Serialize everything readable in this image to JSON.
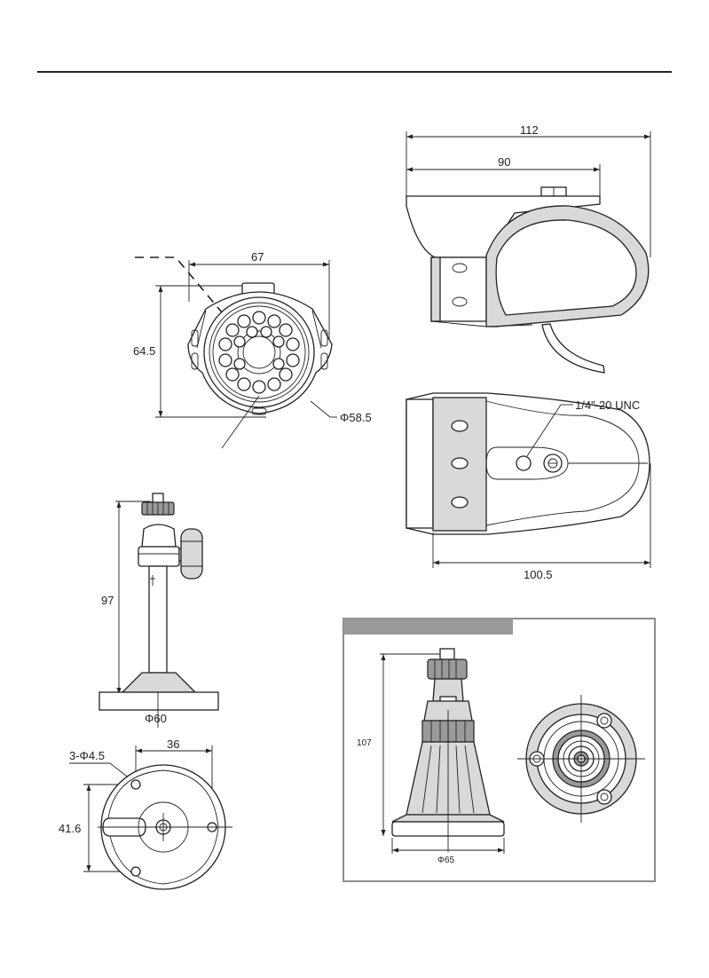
{
  "dimensions": {
    "camera_top_total_length": "112",
    "camera_top_body_length": "90",
    "camera_front_width": "67",
    "camera_front_height": "64.5",
    "camera_front_diameter": "Φ58.5",
    "camera_mount_thread": "1/4\"-20 UNC",
    "camera_bottom_length": "100.5",
    "bracket_height": "97",
    "bracket_base_diameter": "Φ60",
    "base_holes": "3-Φ4.5",
    "base_hole_spacing_x": "36",
    "base_hole_spacing_y": "41.6",
    "alt_bracket_height": "107",
    "alt_bracket_base_diameter": "Φ65"
  },
  "colors": {
    "line": "#222222",
    "panel_header": "#999999",
    "panel_border": "#8c8c8c"
  }
}
